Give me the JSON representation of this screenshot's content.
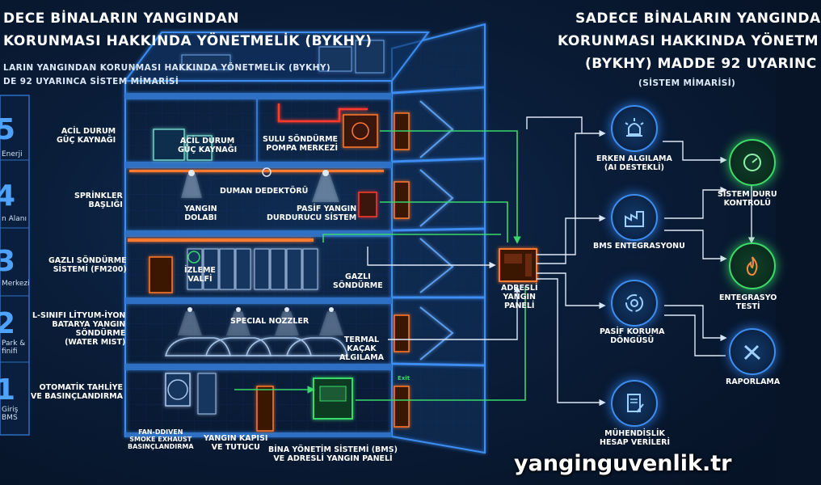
{
  "left_title": {
    "line1": "DECE BİNALARIN YANGINDAN",
    "line2": "KORUNMASI HAKKINDA YÖNETMELİK (BYKHY)",
    "sub1": "LARIN YANGINDAN KORUNMASI HAKKINDA YÖNETMELİK (BYKHY)",
    "sub2": "DE 92 UYARINCA SİSTEM MİMARİSİ"
  },
  "right_title": {
    "line1": "SADECE BİNALARIN YANGINDA",
    "line2": "KORUNMASI HAKKINDA YÖNETM",
    "line3": "(BYKHY) MADDE 92 UYARINC",
    "sub": "(SİSTEM MİMARİSİ)"
  },
  "floors": [
    {
      "num": "5",
      "text": "Enerji"
    },
    {
      "num": "4",
      "text": "n Alanı"
    },
    {
      "num": "3",
      "text": "Merkezi"
    },
    {
      "num": "2",
      "text": "Park &\nfinifi"
    },
    {
      "num": "1",
      "text": "Giriş\nBMS"
    }
  ],
  "building_labels": {
    "acil_outer": "ACİL DURUM\nGÜÇ KAYNAĞI",
    "acil_inner": "ACİL DURUM\nGÜÇ KAYNAĞI",
    "sulu": "SULU SÖNDÜRME\nPOMPA MERKEZİ",
    "sprinkler": "SPRİNKLER\nBAŞLIĞI",
    "duman": "DUMAN DEDEKTÖRÜ",
    "dolap": "YANGIN\nDOLABI",
    "pasif": "PASİF YANGIN\nDURDURUCU SİSTEM",
    "gazli_sys": "GAZLI SÖNDÜRME\nSİSTEMİ (FM200)",
    "izleme": "İZLEME\nVALFİ",
    "gazli": "GAZLI\nSÖNDÜRME",
    "lityum": "L-SINIFI LİTYUM-İYON\nBATARYA YANGIN\nSÖNDÜRME\n(WATER MIST)",
    "nozzler": "SPECIAL NOZZLER",
    "termal": "TERMAL\nKAÇAK\nALGILAMA",
    "tahliye": "OTOMATİK TAHLİYE\nVE BASINÇLANDIRMA",
    "fan": "FAN-DDIVEN\nSMOKE EXHAUST\nBASINÇLANDIRMA",
    "kapi": "YANGIN KAPISI\nVE TUTUCU",
    "bms": "BİNA YÖNETİM SİSTEMİ (BMS)\nVE ADRESLİ YANGIN PANELİ",
    "panel": "ADRESLİ\nYANGIN\nPANELİ",
    "exit": "Exit"
  },
  "right_nodes": {
    "erken": "ERKEN ALGILAMA\n(AI DESTEKLİ)",
    "bms": "BMS ENTEGRASYONU",
    "pasif": "PASİF KORUMA\nDÖNGÜSÜ",
    "muhendis": "MÜHENDİSLİK\nHESAP VERİLERİ",
    "sistem": "SİSTEM DURU\nKONTROLÜ",
    "entegrasyon": "ENTEGRASYO\nTESTİ",
    "rapor": "RAPORLAMA"
  },
  "icons": {
    "erken": "alarm-light-icon",
    "bms": "factory-icon",
    "pasif": "cycle-gear-icon",
    "muhendis": "document-pen-icon",
    "sistem": "gauge-icon",
    "entegrasyon": "flame-icon",
    "rapor": "tools-icon"
  },
  "colors": {
    "wire_green": "#38d96a",
    "wire_white": "#dfe9f7",
    "wire_orange": "#ff7a2e",
    "wire_red": "#ff3b2f",
    "building_blue": "#3c8df2",
    "accent_blue": "#4da3ff"
  },
  "watermark": "yanginguvenlik.tr"
}
